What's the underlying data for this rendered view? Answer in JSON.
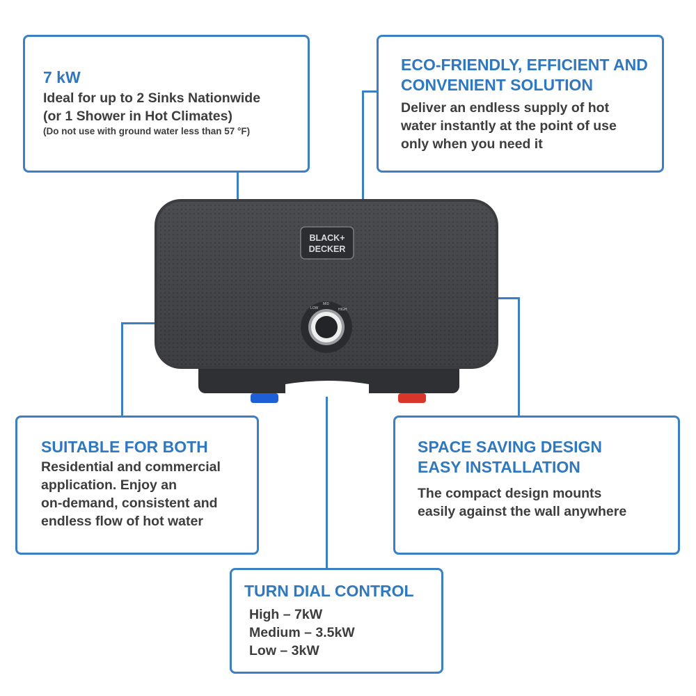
{
  "callouts": {
    "power": {
      "title": "7 kW",
      "lines": [
        "Ideal for up to 2 Sinks Nationwide",
        "(or 1 Shower in Hot Climates)"
      ],
      "note": "(Do not use with ground water less than 57 °F)"
    },
    "eco": {
      "title_lines": [
        "ECO-FRIENDLY, EFFICIENT AND",
        "CONVENIENT SOLUTION"
      ],
      "lines": [
        "Deliver an endless supply of hot",
        "water instantly at the point of use",
        "only when you need it"
      ]
    },
    "suitable": {
      "title": "SUITABLE FOR BOTH",
      "lines": [
        "Residential and commercial",
        "application. Enjoy an",
        "on-demand, consistent and",
        "endless flow of hot water"
      ]
    },
    "space": {
      "title_lines": [
        "SPACE SAVING DESIGN",
        "EASY INSTALLATION"
      ],
      "lines": [
        "The compact design mounts",
        "easily against the wall anywhere"
      ]
    },
    "dial": {
      "title": "TURN DIAL CONTROL",
      "lines": [
        "High – 7kW",
        "Medium – 3.5kW",
        "Low – 3kW"
      ]
    }
  },
  "product": {
    "logo_lines": [
      "BLACK+",
      "DECKER"
    ],
    "dial_labels": [
      "LOW",
      "MID",
      "HIGH"
    ]
  },
  "colors": {
    "accent": "#3b7fc4",
    "title": "#2f78bf",
    "body_text": "#3d3d3d",
    "heater_body": "#4a4c50",
    "cold_pipe": "#1f5fd6",
    "hot_pipe": "#d9352b"
  }
}
